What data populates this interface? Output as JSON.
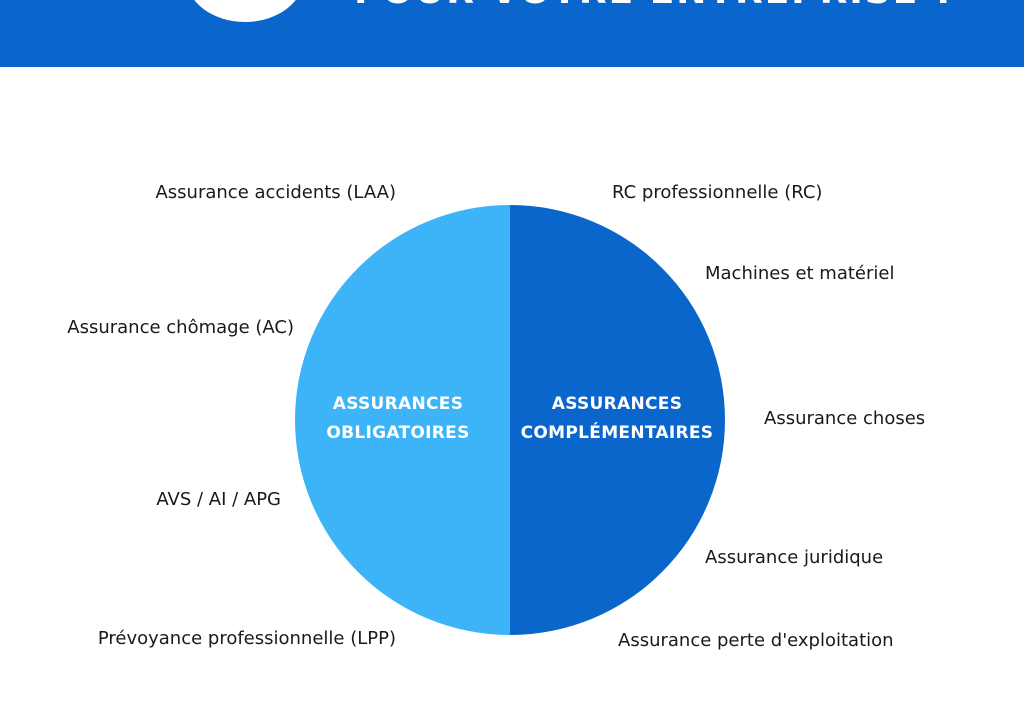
{
  "colors": {
    "header": "#0a66cc",
    "left_half": "#3db4f8",
    "right_half": "#0b66cc",
    "text": "#1a1a1a"
  },
  "header": {
    "title": "POUR VOTRE ENTREPRISE ?"
  },
  "diagram": {
    "left_half": {
      "label_line1": "ASSURANCES",
      "label_line2": "OBLIGATOIRES",
      "items": [
        "Assurance accidents (LAA)",
        "Assurance chômage (AC)",
        "AVS / AI / APG",
        "Prévoyance professionnelle (LPP)"
      ]
    },
    "right_half": {
      "label_line1": "ASSURANCES",
      "label_line2": "COMPLÉMENTAIRES",
      "items": [
        "RC professionnelle (RC)",
        "Machines et matériel",
        "Assurance choses",
        "Assurance juridique",
        "Assurance perte d'exploitation"
      ]
    }
  }
}
